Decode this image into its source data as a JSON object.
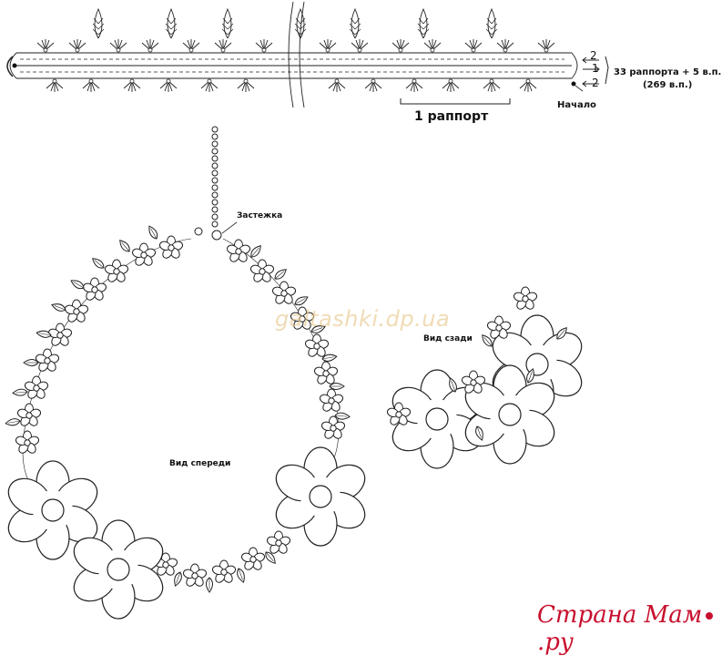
{
  "scheme": {
    "row_markers": [
      "2",
      "1",
      "2"
    ],
    "rapport_count_label": "33 раппорта + 5 в.п.",
    "chain_count_label": "(269 в.п.)",
    "one_rapport_label": "1 раппорт",
    "start_label": "Начало"
  },
  "views": {
    "clasp_label": "Застежка",
    "front_label": "Вид спереди",
    "back_label": "Вид сзади"
  },
  "watermark": {
    "text": "galtashki.dp.ua",
    "color": "#e9c98f"
  },
  "site_logo": {
    "text_left": "Страна Мам",
    "text_right": ".ру",
    "color": "#c8102e"
  },
  "colors": {
    "line": "#222222",
    "background": "#ffffff"
  }
}
